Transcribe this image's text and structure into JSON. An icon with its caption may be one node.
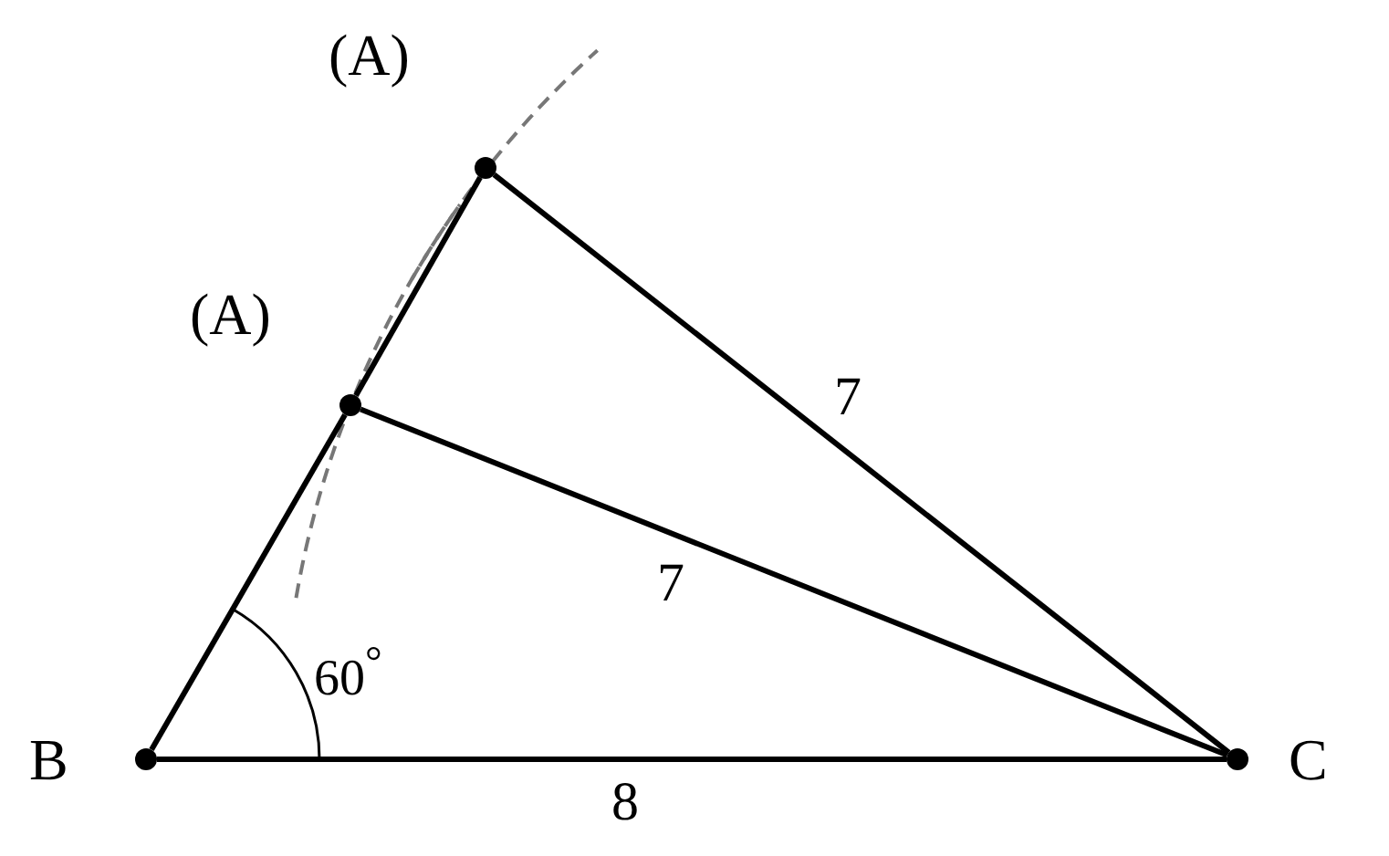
{
  "diagram": {
    "nodes": [
      {
        "text": [
          "(A)"
        ]
      },
      {
        "text": [
          "(A)"
        ]
      },
      {
        "text": [
          "B"
        ]
      },
      {
        "text": [
          "C"
        ]
      }
    ],
    "edges": [
      {
        "from": 2,
        "to": 3,
        "arrow": "none",
        "label": "8"
      },
      {
        "from": 2,
        "to": 1,
        "arrow": "none"
      },
      {
        "from": 1,
        "to": 0,
        "arrow": "none"
      },
      {
        "from": 0,
        "to": 3,
        "arrow": "none",
        "label": "7"
      },
      {
        "from": 1,
        "to": 3,
        "arrow": "none",
        "label": "7"
      }
    ],
    "labels": [
      "60$^{°}$"
    ]
  }
}
